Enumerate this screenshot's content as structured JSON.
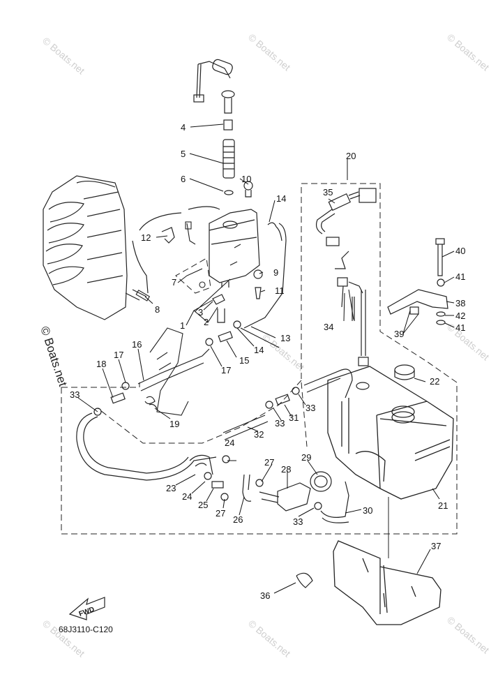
{
  "diagram": {
    "code": "68J3110-C120",
    "fwd_label": "FWD",
    "copyright": "© Boats.net",
    "watermark": "© Boats.net",
    "callouts": [
      "1",
      "2",
      "3",
      "4",
      "5",
      "6",
      "7",
      "8",
      "9",
      "10",
      "11",
      "12",
      "13",
      "14",
      "15",
      "16",
      "17",
      "18",
      "19",
      "20",
      "21",
      "22",
      "23",
      "24",
      "25",
      "26",
      "27",
      "28",
      "29",
      "30",
      "31",
      "32",
      "33",
      "34",
      "35",
      "36",
      "37",
      "38",
      "39",
      "40",
      "41",
      "42"
    ]
  }
}
